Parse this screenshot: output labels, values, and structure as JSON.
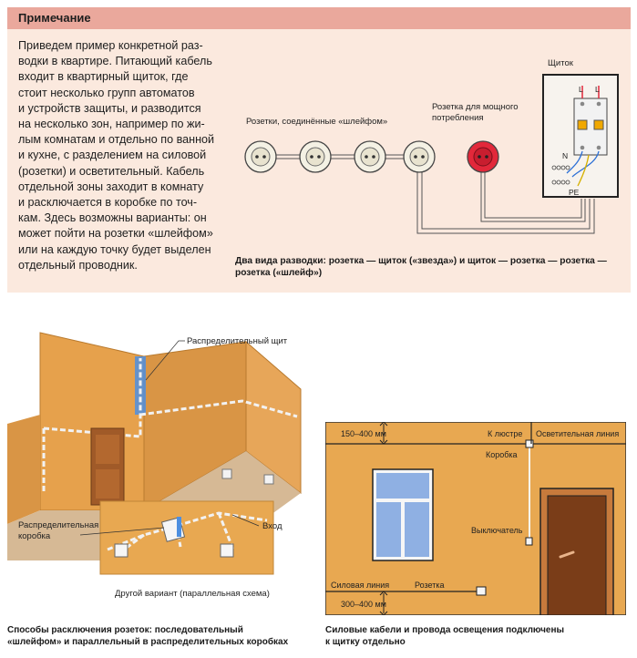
{
  "note": {
    "title": "Примечание",
    "body_lines": [
      "Приведем пример конкретной раз-",
      "водки в квартире. Питающий кабель",
      "входит в квартирный щиток, где",
      "стоит несколько групп автоматов",
      "и устройств защиты, и разводится",
      "на несколько зон, например по жи-",
      "лым комнатам и отдельно по ванной",
      "и кухне, с разделением на силовой",
      "(розетки) и осветительный. Кабель",
      "отдельной зоны заходит в комнату",
      "и расключается в коробке по точ-",
      "кам. Здесь возможны варианты: он",
      "может пойти на розетки «шлейфом»",
      "или на каждую точку будет выделен",
      "отдельный проводник."
    ],
    "diagram": {
      "label_daisy": "Розетки, соединённые «шлейфом»",
      "label_power_line1": "Розетка для мощного",
      "label_power_line2": "потребления",
      "label_panel": "Щиток",
      "label_l": "L",
      "label_n": "N",
      "label_pe": "PE"
    },
    "caption_line1": "Два вида разводки: розетка — щиток («звезда») и щиток — розетка — розетка —",
    "caption_line2": "розетка («шлейф»)"
  },
  "scene": {
    "label_dist_panel": "Распределительный щит",
    "label_box_line1": "Распределительная",
    "label_box_line2": "коробка",
    "label_input": "Вход",
    "label_other": "Другой вариант (параллельная схема)",
    "caption_line1": "Способы расключения розеток: последовательный",
    "caption_line2": "«шлейфом» и параллельный в распределительных коробках"
  },
  "wall": {
    "label_top_dim": "150–400 мм",
    "label_chandelier": "К люстре",
    "label_light_line": "Осветительная линия",
    "label_box": "Коробка",
    "label_switch": "Выключатель",
    "label_power_line": "Силовая линия",
    "label_socket": "Розетка",
    "label_bottom_dim": "300–400 мм",
    "caption_line1": "Силовые кабели и провода освещения подключены",
    "caption_line2": "к щитку отдельно"
  },
  "colors": {
    "note_bg": "#fbe9de",
    "note_header": "#eaa89c",
    "wall_orange": "#e8a851",
    "socket_red": "#e2283a",
    "scene_blue": "#4d8fe0"
  }
}
